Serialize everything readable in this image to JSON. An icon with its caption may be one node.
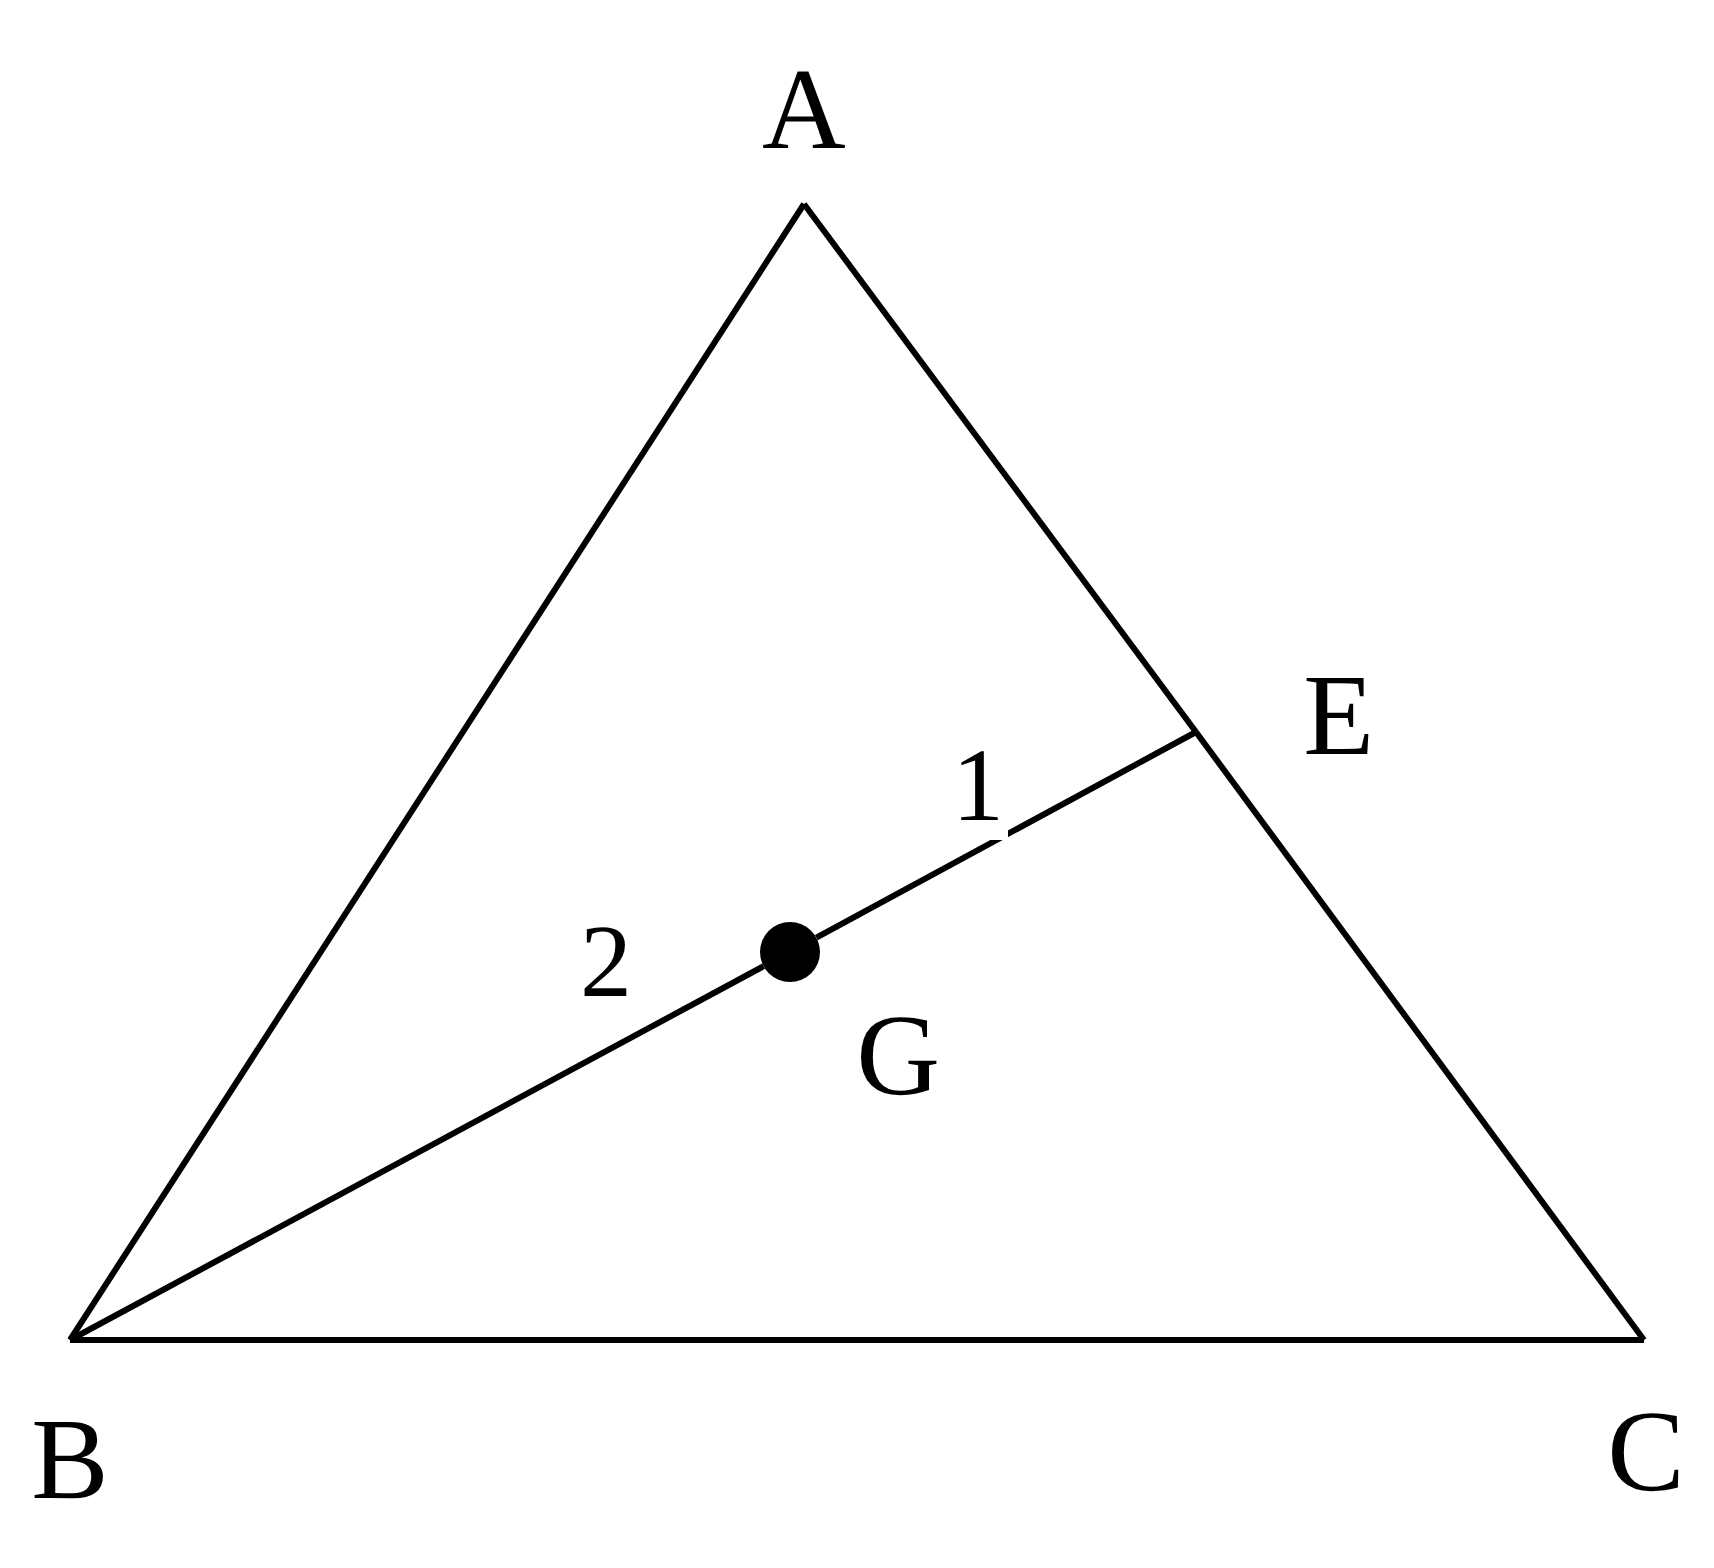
{
  "diagram": {
    "nodes": [
      {
        "text": [
          "A"
        ]
      },
      {
        "text": [
          "E"
        ]
      },
      {
        "text": [
          "G"
        ]
      },
      {
        "text": [
          "B"
        ]
      },
      {
        "text": [
          "C"
        ]
      }
    ],
    "edges": [
      {
        "from": 0,
        "to": 3,
        "arrow": "none"
      },
      {
        "from": 0,
        "to": 1,
        "arrow": "none"
      },
      {
        "from": 1,
        "to": 4,
        "arrow": "none"
      },
      {
        "from": 3,
        "to": 4,
        "arrow": "none"
      },
      {
        "from": 3,
        "to": 2,
        "arrow": "none",
        "label": "2"
      },
      {
        "from": 2,
        "to": 1,
        "arrow": "none",
        "label": "1"
      }
    ]
  }
}
